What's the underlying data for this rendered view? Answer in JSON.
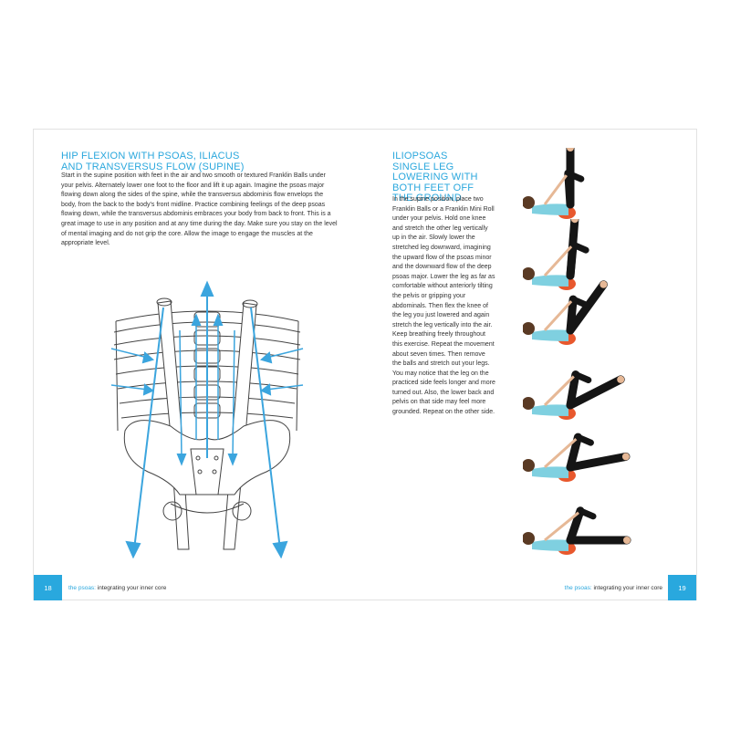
{
  "left_page": {
    "heading": "HIP FLEXION WITH PSOAS, ILIACUS AND TRANSVERSUS FLOW (SUPINE)",
    "body": "Start in the supine position with feet in the air and two smooth or textured Franklin Balls under your pelvis. Alternately lower one foot to the floor and lift it up again. Imagine the psoas major flowing down along the sides of the spine, while the transversus abdominis flow envelops the body, from the back to the body's front midline. Practice combining feelings of the deep psoas flowing down, while the transversus abdominis embraces your body from back to front. This is a great image to use in any position and at any time during the day. Make sure you stay on the level of mental imaging and do not grip the core. Allow the image to engage the muscles at the appropriate level.",
    "page_number": "18",
    "running_head_accent": "the psoas:",
    "running_head_rest": " integrating your inner core"
  },
  "right_page": {
    "heading": "ILIOPSOAS SINGLE LEG LOWERING WITH BOTH FEET OFF THE GROUND",
    "body": "In the supine position, place two Franklin Balls or a Franklin Mini Roll under your pelvis. Hold one knee and stretch the other leg vertically up in the air. Slowly lower the stretched leg downward, imagining the upward flow of the psoas minor and the downward flow of the deep psoas major. Lower the leg as far as comfortable without anteriorly tilting the pelvis or gripping your abdominals. Then flex the knee of the leg you just lowered and again stretch the leg vertically into the air. Keep breathing freely throughout this exercise. Repeat the movement about seven times. Then remove the balls and stretch out your legs. You may notice that the leg on the practiced side feels longer and more turned out. Also, the lower back and pelvis on that side may feel more grounded. Repeat on the other side.",
    "page_number": "19",
    "running_head_accent": "the psoas:",
    "running_head_rest": " integrating your inner core"
  },
  "photos": [
    {
      "leg": 1.0,
      "other_knee": 0.85
    },
    {
      "leg": 0.95,
      "other_knee": 0.75
    },
    {
      "leg": 0.6,
      "other_knee": 0.75
    },
    {
      "leg": 0.3,
      "other_knee": 0.7
    },
    {
      "leg": 0.12,
      "other_knee": 0.65
    },
    {
      "leg": 0.0,
      "other_knee": 0.6
    }
  ],
  "colors": {
    "accent": "#2aa7dd",
    "text": "#333333",
    "skin": "#e6b896",
    "shirt": "#7fd0e0",
    "pants": "#151515",
    "ball": "#e8582d"
  }
}
